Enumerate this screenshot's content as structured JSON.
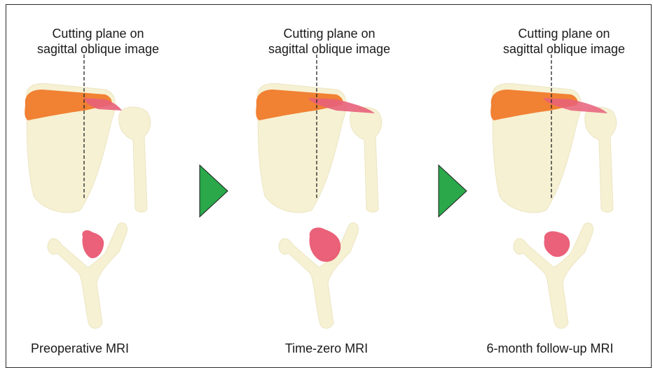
{
  "figure": {
    "panels": [
      {
        "label_line1": "Cutting plane on",
        "label_line2": "sagittal oblique image",
        "caption": "Preoperative MRI"
      },
      {
        "label_line1": "Cutting plane on",
        "label_line2": "sagittal oblique image",
        "caption": "Time-zero MRI"
      },
      {
        "label_line1": "Cutting plane on",
        "label_line2": "sagittal oblique image",
        "caption": "6-month follow-up MRI"
      }
    ],
    "colors": {
      "bone": "#f6f1d3",
      "bone_stroke": "#ece5c2",
      "muscle": "#f07a2a",
      "tendon": "#e8607a",
      "section": "#e8506a",
      "arrow": "#2aa84a",
      "line": "#222222"
    }
  }
}
